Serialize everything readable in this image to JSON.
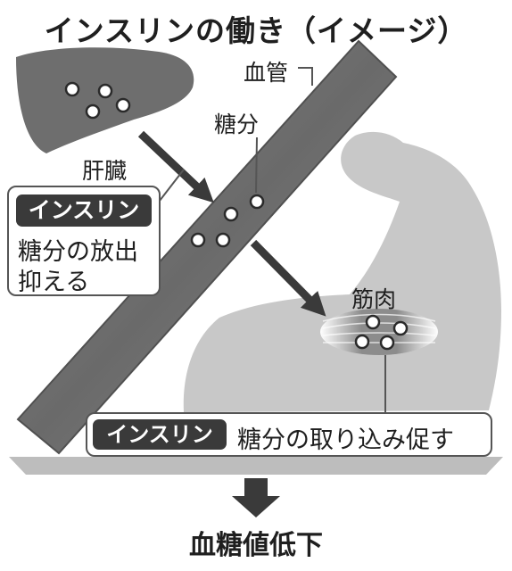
{
  "title": "インスリンの働き（イメージ）",
  "labels": {
    "blood_vessel": "血管",
    "sugar": "糖分",
    "liver": "肝臓",
    "muscle": "筋肉"
  },
  "liver_box": {
    "badge": "インスリン",
    "line1": "糖分の放出",
    "line2": "抑える"
  },
  "muscle_box": {
    "badge": "インスリン",
    "text": "糖分の取り込み促す"
  },
  "result": "血糖値低下",
  "colors": {
    "organ": "#6e6e6e",
    "arm": "#c8c8c8",
    "vessel": "#7a7a7a",
    "badge": "#3a3a3a",
    "arrow": "#3a3a3a"
  }
}
